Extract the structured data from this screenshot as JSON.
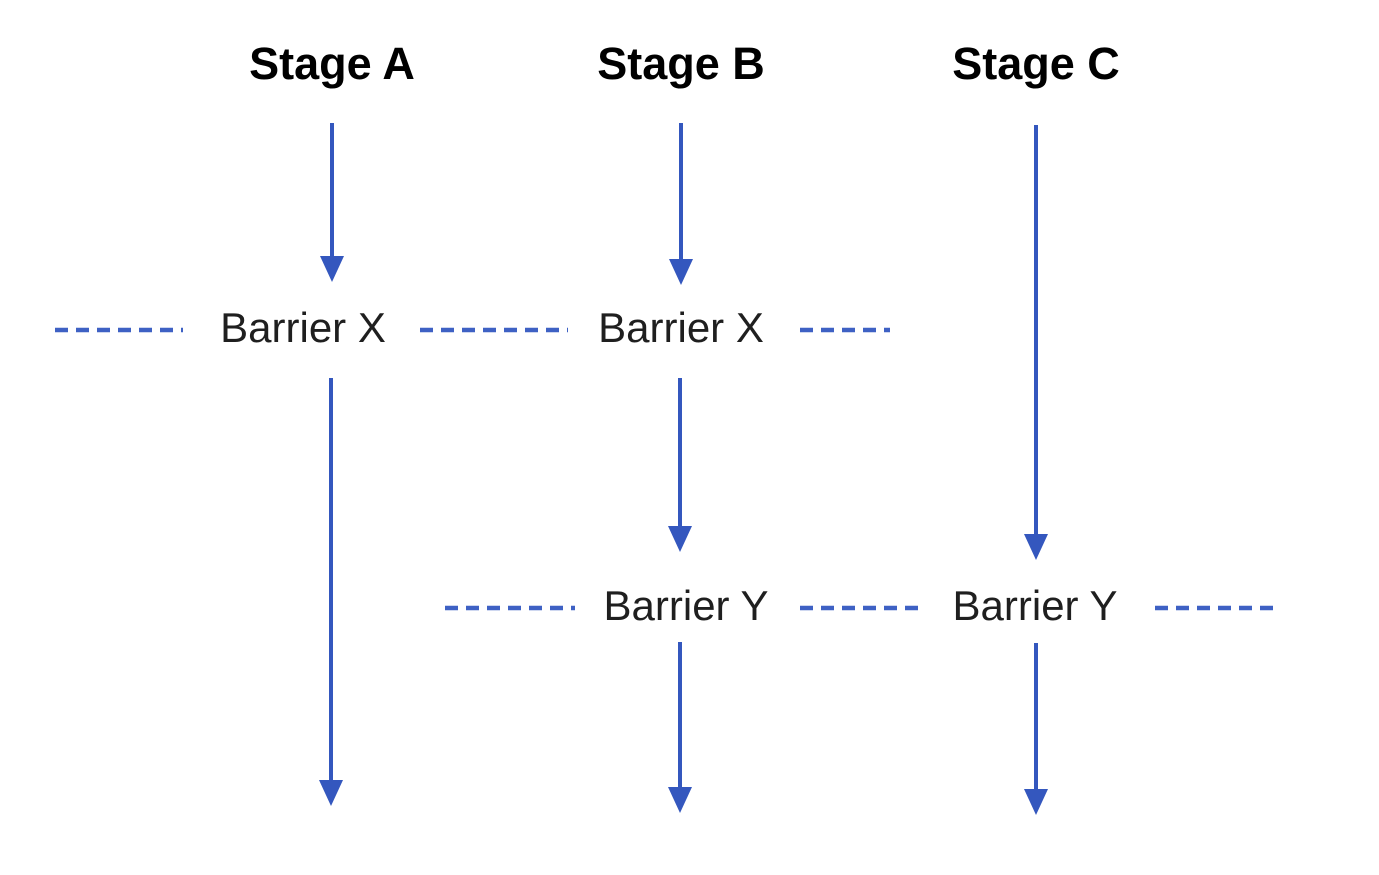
{
  "diagram": {
    "stages": [
      {
        "label": "Stage A"
      },
      {
        "label": "Stage B"
      },
      {
        "label": "Stage C"
      }
    ],
    "barriers": {
      "x": {
        "label": "Barrier X"
      },
      "y": {
        "label": "Barrier Y"
      }
    },
    "colors": {
      "arrow": "#3457BE",
      "dash": "#3E61C4",
      "stage_text": "#000000",
      "barrier_text": "#1F1F1F",
      "background": "#FFFFFF"
    }
  }
}
